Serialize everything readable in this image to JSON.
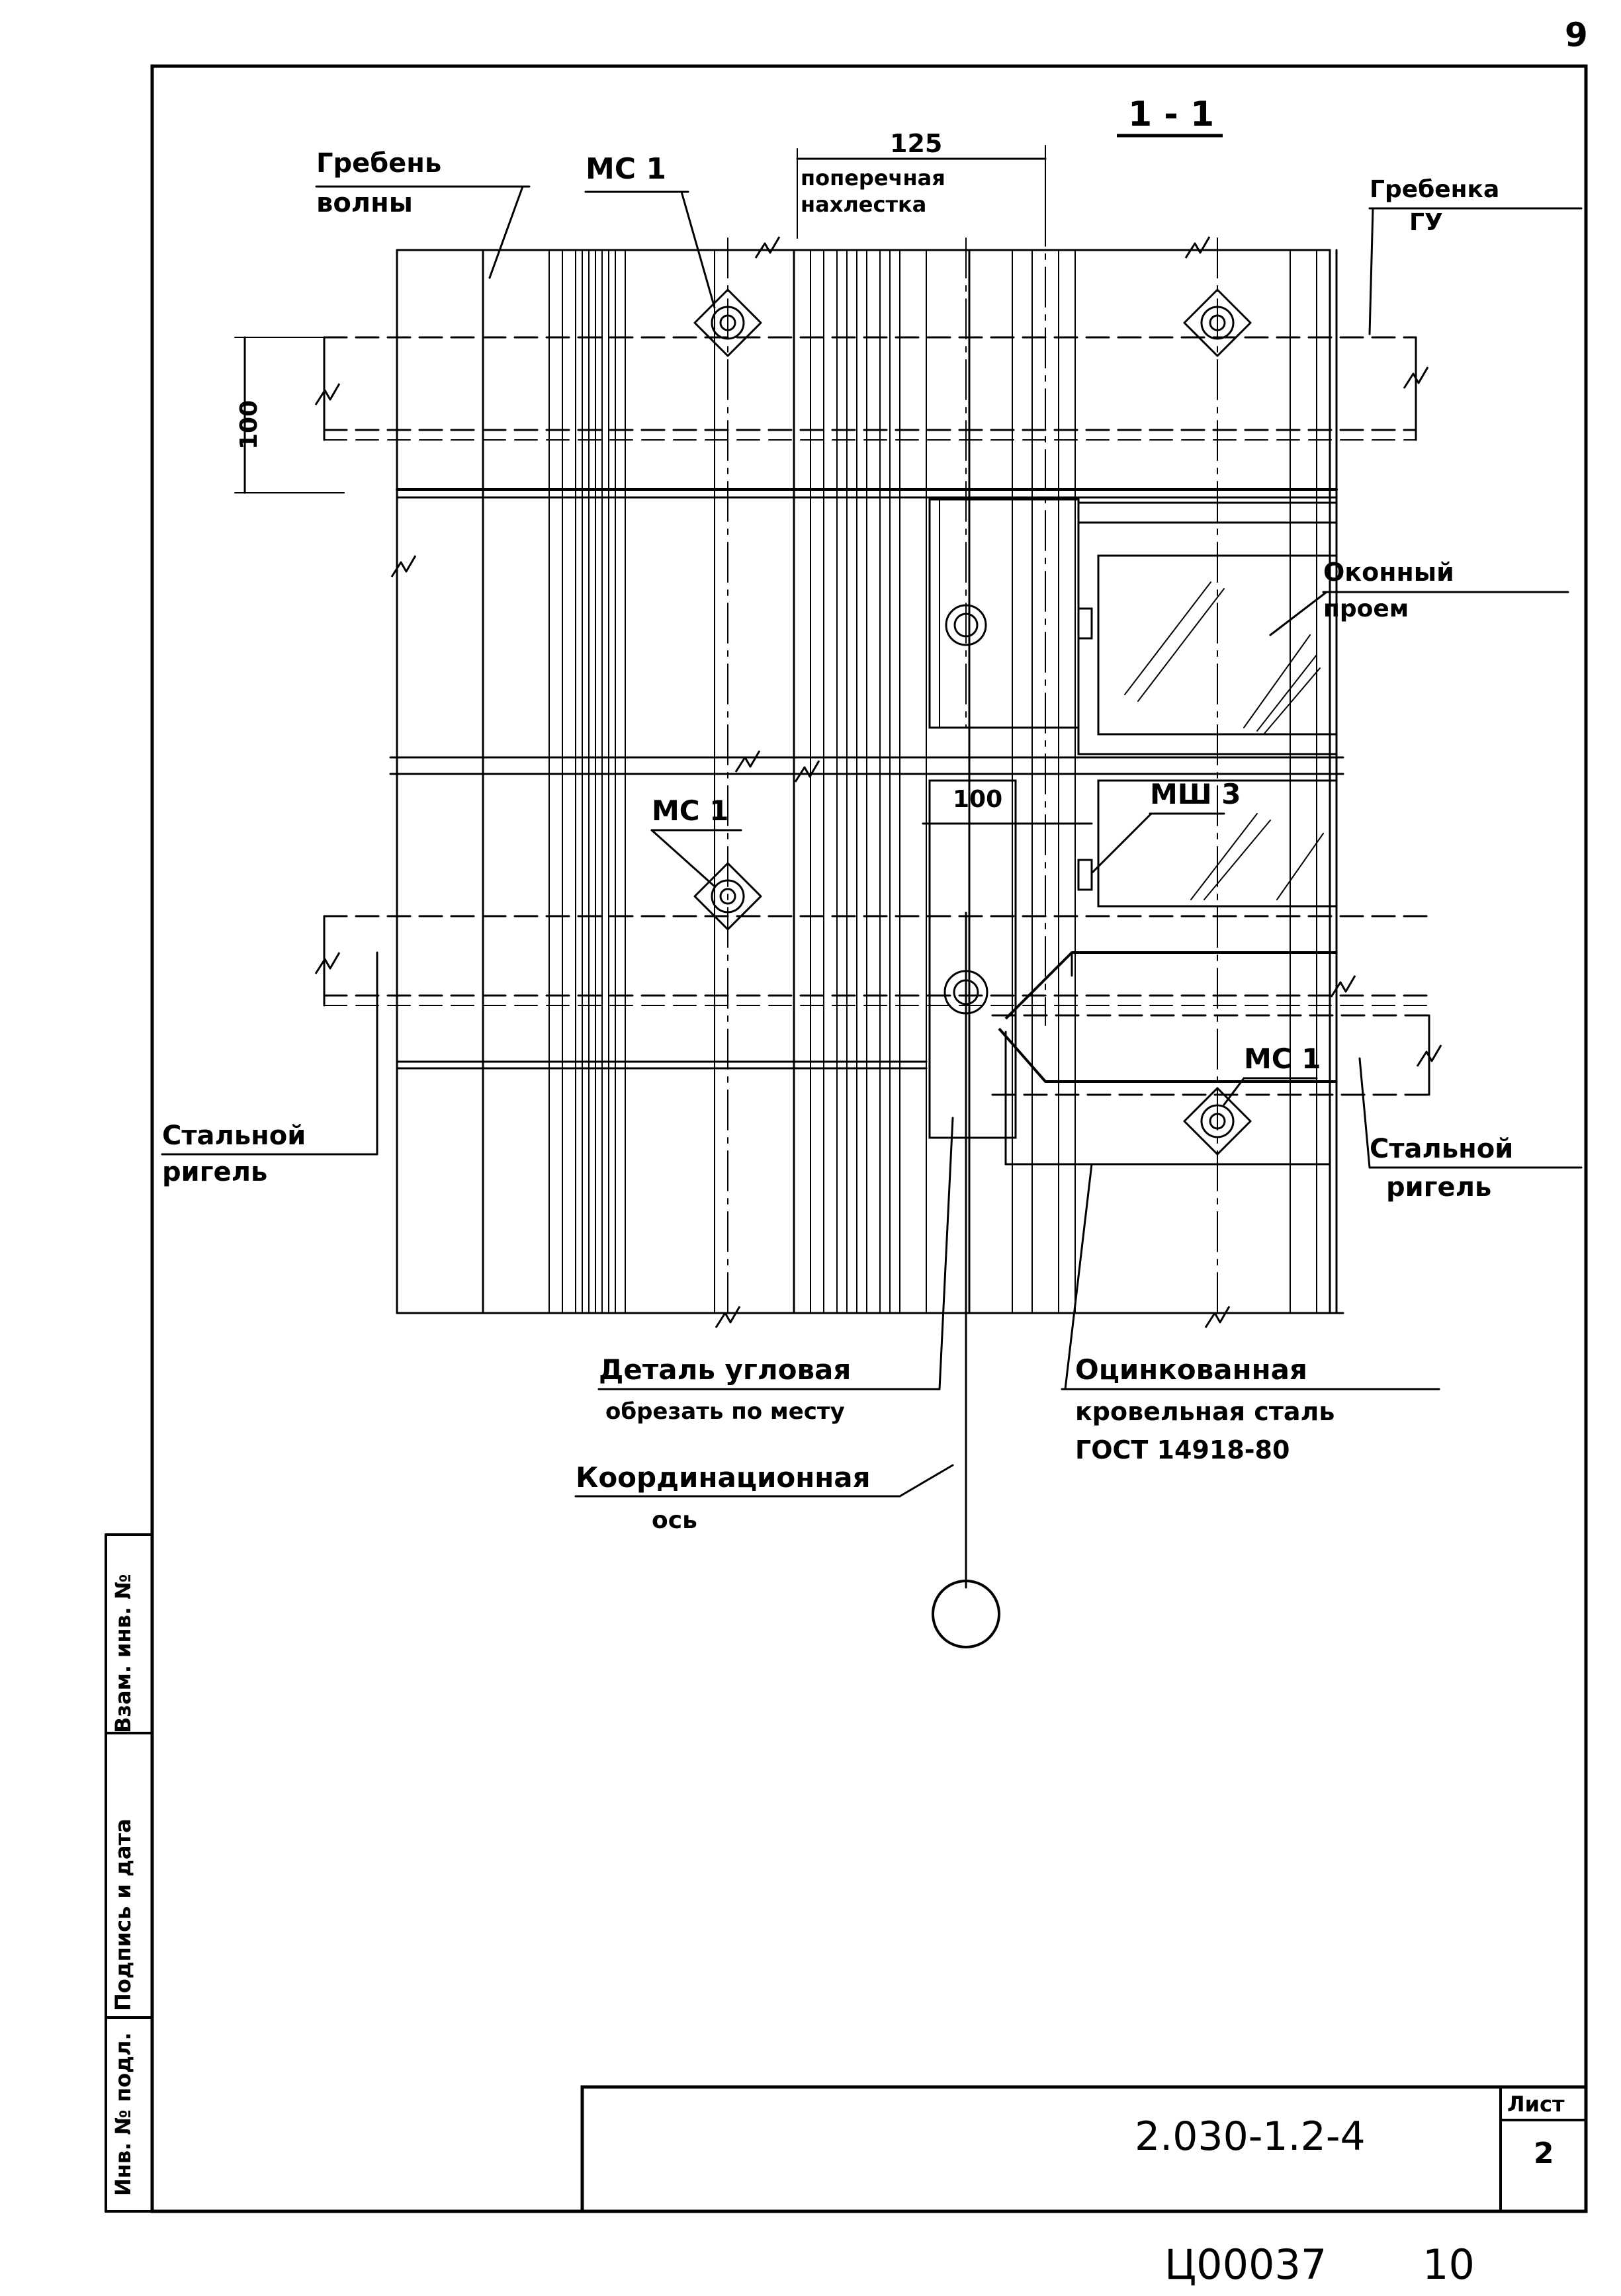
{
  "page_number_top": "9",
  "section_title": "1 - 1",
  "dimensions": {
    "overlap_width": "125",
    "gutter_height": "100",
    "corner_width": "100"
  },
  "callouts": {
    "crest_wave": [
      "Гребень",
      "волны"
    ],
    "ms1_top": "МС 1",
    "transverse_overlap": [
      "поперечная",
      "нахлестка"
    ],
    "comb_gu": [
      "Гребенка",
      "ГУ"
    ],
    "window_opening": [
      "Оконный",
      "проем"
    ],
    "ms1_middle": "МС 1",
    "msh3": "МШ 3",
    "ms1_lower": "МС 1",
    "steel_girder_left": [
      "Стальной",
      "ригель"
    ],
    "steel_girder_right": [
      "Стальной",
      "ригель"
    ],
    "corner_detail": [
      "Деталь угловая",
      "обрезать по месту"
    ],
    "galvanized_steel": [
      "Оцинкованная",
      "кровельная сталь",
      "ГОСТ 14918-80"
    ],
    "coord_axis": [
      "Координационная",
      "ось"
    ]
  },
  "side_stamp": {
    "inv_podl": "Инв. № подл.",
    "podpis_data": "Подпись и дата",
    "vzam_inv": "Взам. инв. №"
  },
  "title_block": {
    "document_code": "2.030-1.2-4",
    "sheet_label": "Лист",
    "sheet_number": "2"
  },
  "archive_number": "Ц00037",
  "archive_sheet": "10"
}
